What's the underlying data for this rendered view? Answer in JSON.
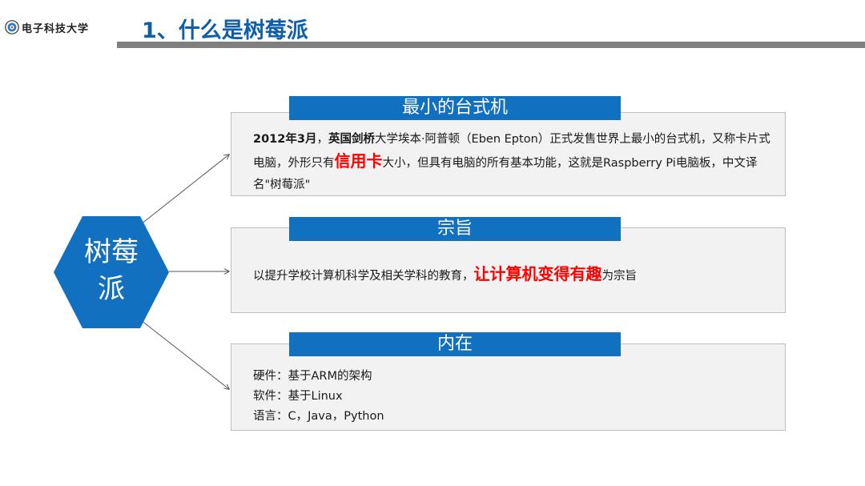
{
  "header": {
    "logo_text": "电子科技大学",
    "title": "1、什么是树莓派"
  },
  "hexagon": {
    "label_line1": "树莓",
    "label_line2": "派",
    "color": "#1170c0"
  },
  "panels": [
    {
      "heading": "最小的台式机",
      "text": {
        "t1": "2012年3月",
        "t2": "，",
        "t3": "英国剑桥",
        "t4": "大学埃本·阿普顿（Eben Epton）正式发售世界上最小的台式机，又称卡片式电脑，外形只有",
        "t5": "信用卡",
        "t6": "大小，但具有电脑的所有基本功能，这就是Raspberry Pi电脑板，中文译名\"树莓派\""
      }
    },
    {
      "heading": "宗旨",
      "text": {
        "t1": "以提升学校计算机科学及相关学科的教育，",
        "t2": "让计算机变得有趣",
        "t3": "为宗旨"
      }
    },
    {
      "heading": "内在",
      "lines": [
        "硬件：基于ARM的架构",
        "软件：基于Linux",
        "语言：C，Java，Python"
      ]
    }
  ],
  "colors": {
    "accent_blue": "#1170c0",
    "title_blue": "#0f5fa8",
    "highlight_red": "#ff0000",
    "panel_bg": "#f2f2f2"
  }
}
